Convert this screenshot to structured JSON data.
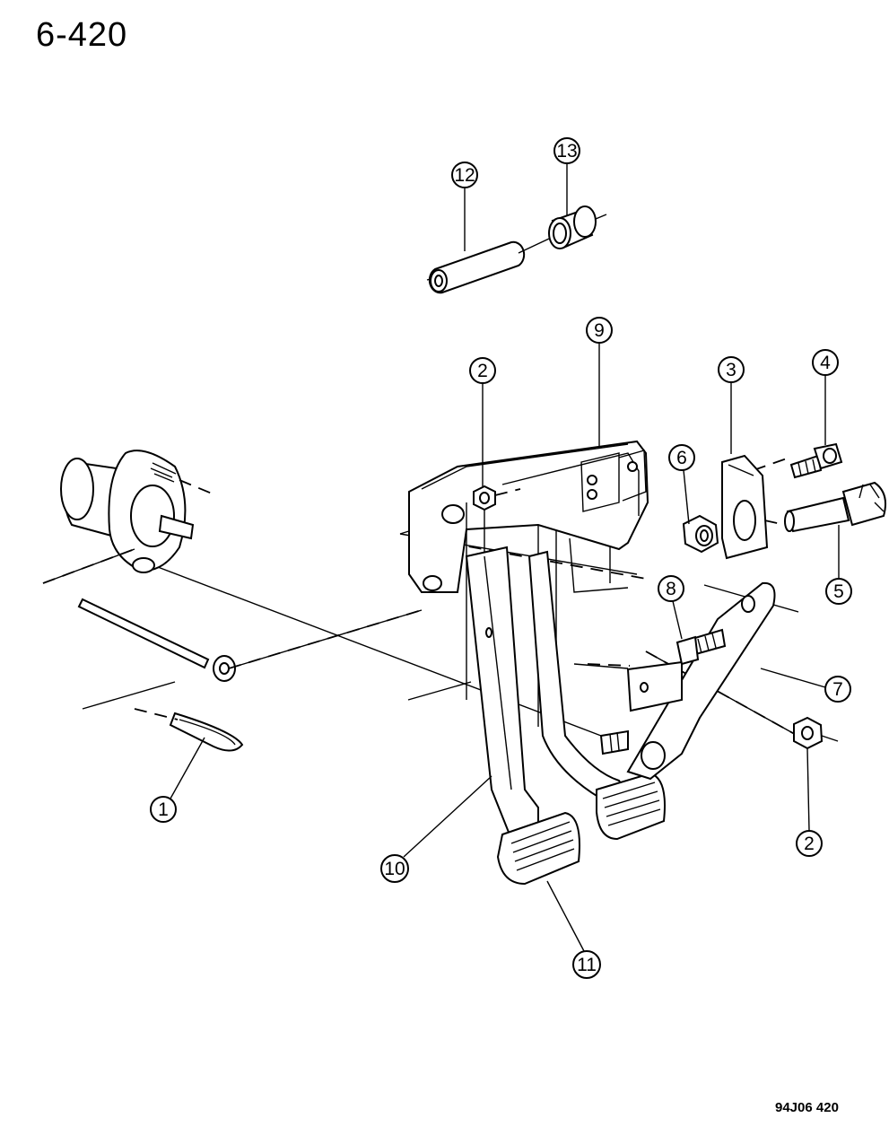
{
  "page_title": "6-420",
  "figure_code": "94J06 420",
  "callouts": {
    "c1": "1",
    "c2a": "2",
    "c2b": "2",
    "c3": "3",
    "c4": "4",
    "c5": "5",
    "c6": "6",
    "c7": "7",
    "c8": "8",
    "c9": "9",
    "c10": "10",
    "c11": "11",
    "c12": "12",
    "c13": "13"
  }
}
